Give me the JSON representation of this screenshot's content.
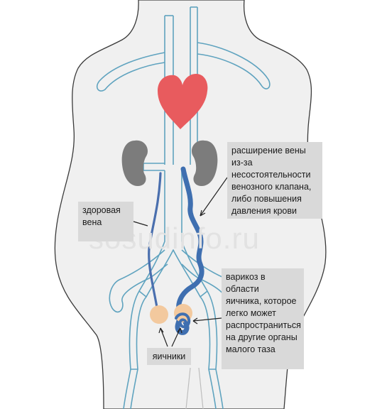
{
  "labels": {
    "dilation": "расширение вены из-за\nнесостоятельности\nвенозного клапана,\nлибо повышения\nдавления крови",
    "healthy_vein": "здоровая\nвена",
    "varicose": "варикоз в области\nяичника, которое\nлегко может\nраспространиться\nна другие органы\nмалого таза",
    "ovaries": "яичники"
  },
  "watermark": "sosudinfo.ru",
  "colors": {
    "body_fill": "#f0f0f0",
    "body_outline": "#3a3a3a",
    "vessel_outline": "#5fa3bf",
    "heart": "#e85b5e",
    "kidney": "#7c7c7c",
    "healthy_vein": "#4a6fae",
    "dilated_vein": "#3f6fb0",
    "ovary": "#f3c99e",
    "label_bg": "#d9d9d9"
  },
  "icons": [
    "heart-icon",
    "kidney-left-icon",
    "kidney-right-icon",
    "ovary-left-icon",
    "ovary-right-icon"
  ]
}
